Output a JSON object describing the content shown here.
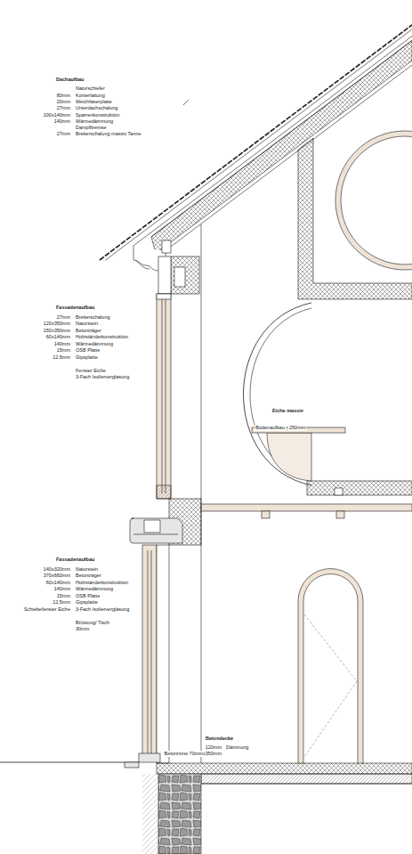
{
  "diagram": {
    "labels": [
      "Dachaufbau",
      "Naturschiefer",
      "80mm",
      "Konterlattung",
      "20mm",
      "Weichfaserplatte",
      "27mm",
      "Unterdachschalung",
      "100x140mm",
      "Sparrenkonstruktion",
      "140mm",
      "Wärmedämmung",
      "Dampfbremse",
      "27mm",
      "Bretterschalung massiv Tanne",
      "Fassadenaufbau",
      "27mm",
      "Bretterschalung",
      "120x350mm",
      "Naturstein",
      "150x350mm",
      "Betonträger",
      "60x140mm",
      "Holzständerkonstruktion",
      "140mm",
      "Wärmedämmung",
      "15mm",
      "OSB Platte",
      "12.5mm",
      "Gipsplatte",
      "Fenster Eiche",
      "3-Fach Isolierverglasung",
      "Fassadenaufbau",
      "140x320mm",
      "Naturstein",
      "370x660mm",
      "Betonträger",
      "60x140mm",
      "Holzständerkonstruktion",
      "140mm",
      "Wärmedämmung",
      "15mm",
      "OSB Platte",
      "12.5mm",
      "Gipsplatte",
      "Schiebefenster Eiche",
      "3-Fach Isolierverglasung",
      "Brüstung/ Tisch",
      "30mm",
      "Eiche massiv",
      "Bodenaufbau",
      "250mm",
      "Betondecke",
      "120mm",
      "Dämmung",
      "Betonrinne 70mmx350mm"
    ]
  }
}
